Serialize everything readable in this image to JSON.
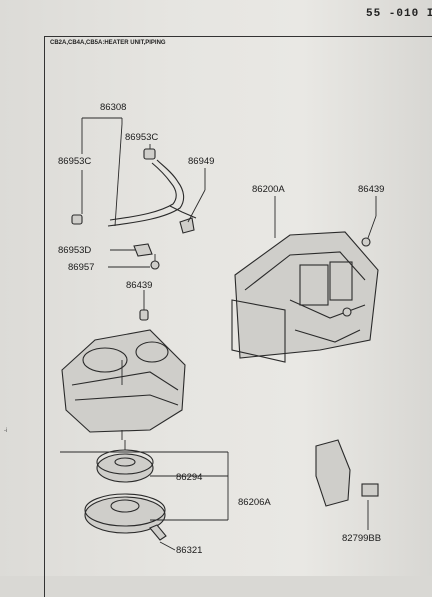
{
  "page": {
    "code": "55 -010 I",
    "header": "CB2A,CB4A,CB5A:HEATER UNIT,PIPING",
    "margin_mark": "-i"
  },
  "parts": {
    "p86308": "86308",
    "p86953c_right": "86953C",
    "p86953c_left": "86953C",
    "p86949": "86949",
    "p86200a": "86200A",
    "p86439_right": "86439",
    "p86953d": "86953D",
    "p86957": "86957",
    "p86439_center": "86439",
    "p86294": "86294",
    "p86206a": "86206A",
    "p86321": "86321",
    "p82799bb": "82799BB"
  }
}
